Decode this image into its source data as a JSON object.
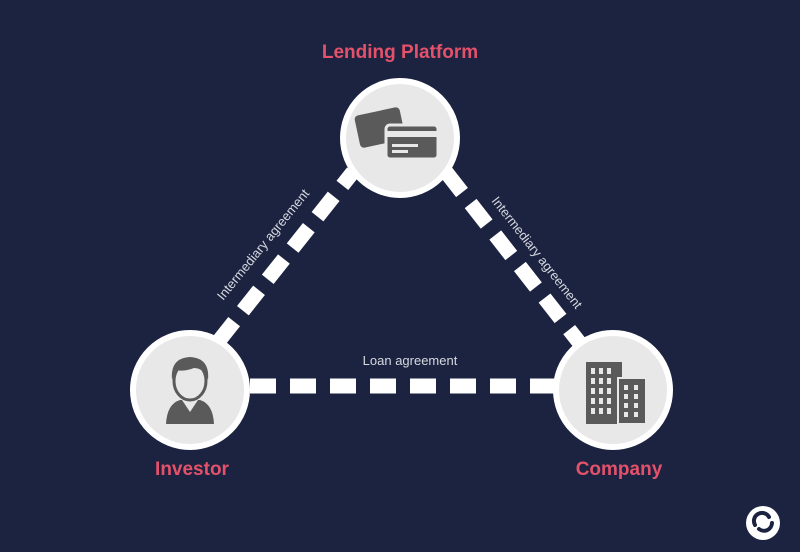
{
  "nodes": {
    "lending_platform": {
      "label": "Lending Platform",
      "icon": "credit-cards-icon"
    },
    "investor": {
      "label": "Investor",
      "icon": "person-icon"
    },
    "company": {
      "label": "Company",
      "icon": "office-building-icon"
    }
  },
  "edges": {
    "investor_platform": "Intermediary agreement",
    "platform_company": "Intermediary agreement",
    "investor_company": "Loan agreement"
  },
  "colors": {
    "background": "#1b2340",
    "accent": "#e4516b",
    "node_fill": "#e8e8e8",
    "icon": "#5a5a5a",
    "connector": "#ffffff"
  },
  "logo": {
    "icon": "brand-logo-icon"
  }
}
